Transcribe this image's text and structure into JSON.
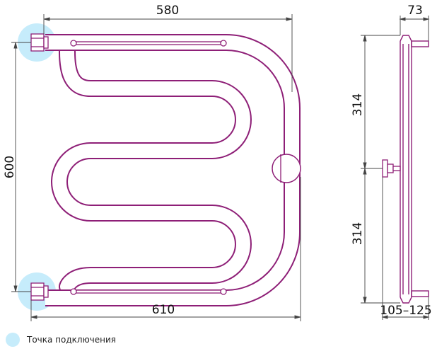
{
  "dimensions": {
    "top_width": "580",
    "bottom_width": "610",
    "height": "600",
    "depth_top": "73",
    "upper_half": "314",
    "lower_half": "314",
    "depth_bottom": "105–125"
  },
  "legend": {
    "label": "Точка подключения",
    "marker_color": "#c6ecfb"
  },
  "colors": {
    "pipe": "#8e1f77",
    "highlight": "#c6ecfb",
    "dim_line": "#444444"
  }
}
